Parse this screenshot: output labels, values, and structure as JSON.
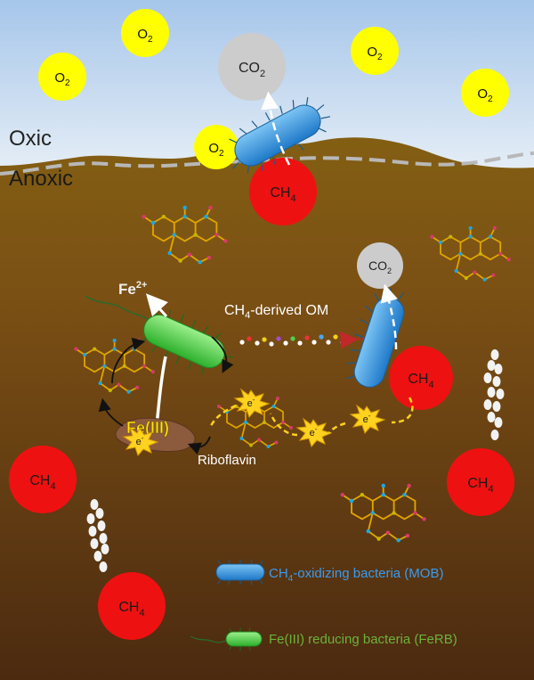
{
  "zones": {
    "oxic": "Oxic",
    "anoxic": "Anoxic"
  },
  "molecules": {
    "o2": "O",
    "o2_sub": "2",
    "co2": "CO",
    "co2_sub": "2",
    "ch4": "CH",
    "ch4_sub": "4",
    "fe2": "Fe",
    "fe2_sup": "2+",
    "fe3": "Fe(III)",
    "electron": "e",
    "electron_sup": "-"
  },
  "labels": {
    "ch4_derived_om_prefix": "CH",
    "ch4_derived_om_sub": "4",
    "ch4_derived_om_suffix": "-derived OM",
    "riboflavin": "Riboflavin"
  },
  "legend": [
    {
      "icon": "mob-bacterium-icon",
      "prefix": "CH",
      "sub": "4",
      "suffix": "-oxidizing bacteria (MOB)",
      "color": "#2f8fd8"
    },
    {
      "icon": "ferb-bacterium-icon",
      "prefix": "",
      "sub": "",
      "suffix": "Fe(III) reducing bacteria (FeRB)",
      "color": "#5aa02c"
    }
  ],
  "colors": {
    "sky_top": "#a8c8ec",
    "sky_bottom": "#e2ecf6",
    "sediment_top": "#8a6a12",
    "sediment_bottom": "#4a2810",
    "o2": "#ffff00",
    "co2": "#cccccc",
    "ch4": "#ee1111",
    "mob": "#2f8fd8",
    "ferb": "#44c844",
    "electron": "#ffd21f",
    "fe3_text": "#ffe600"
  }
}
